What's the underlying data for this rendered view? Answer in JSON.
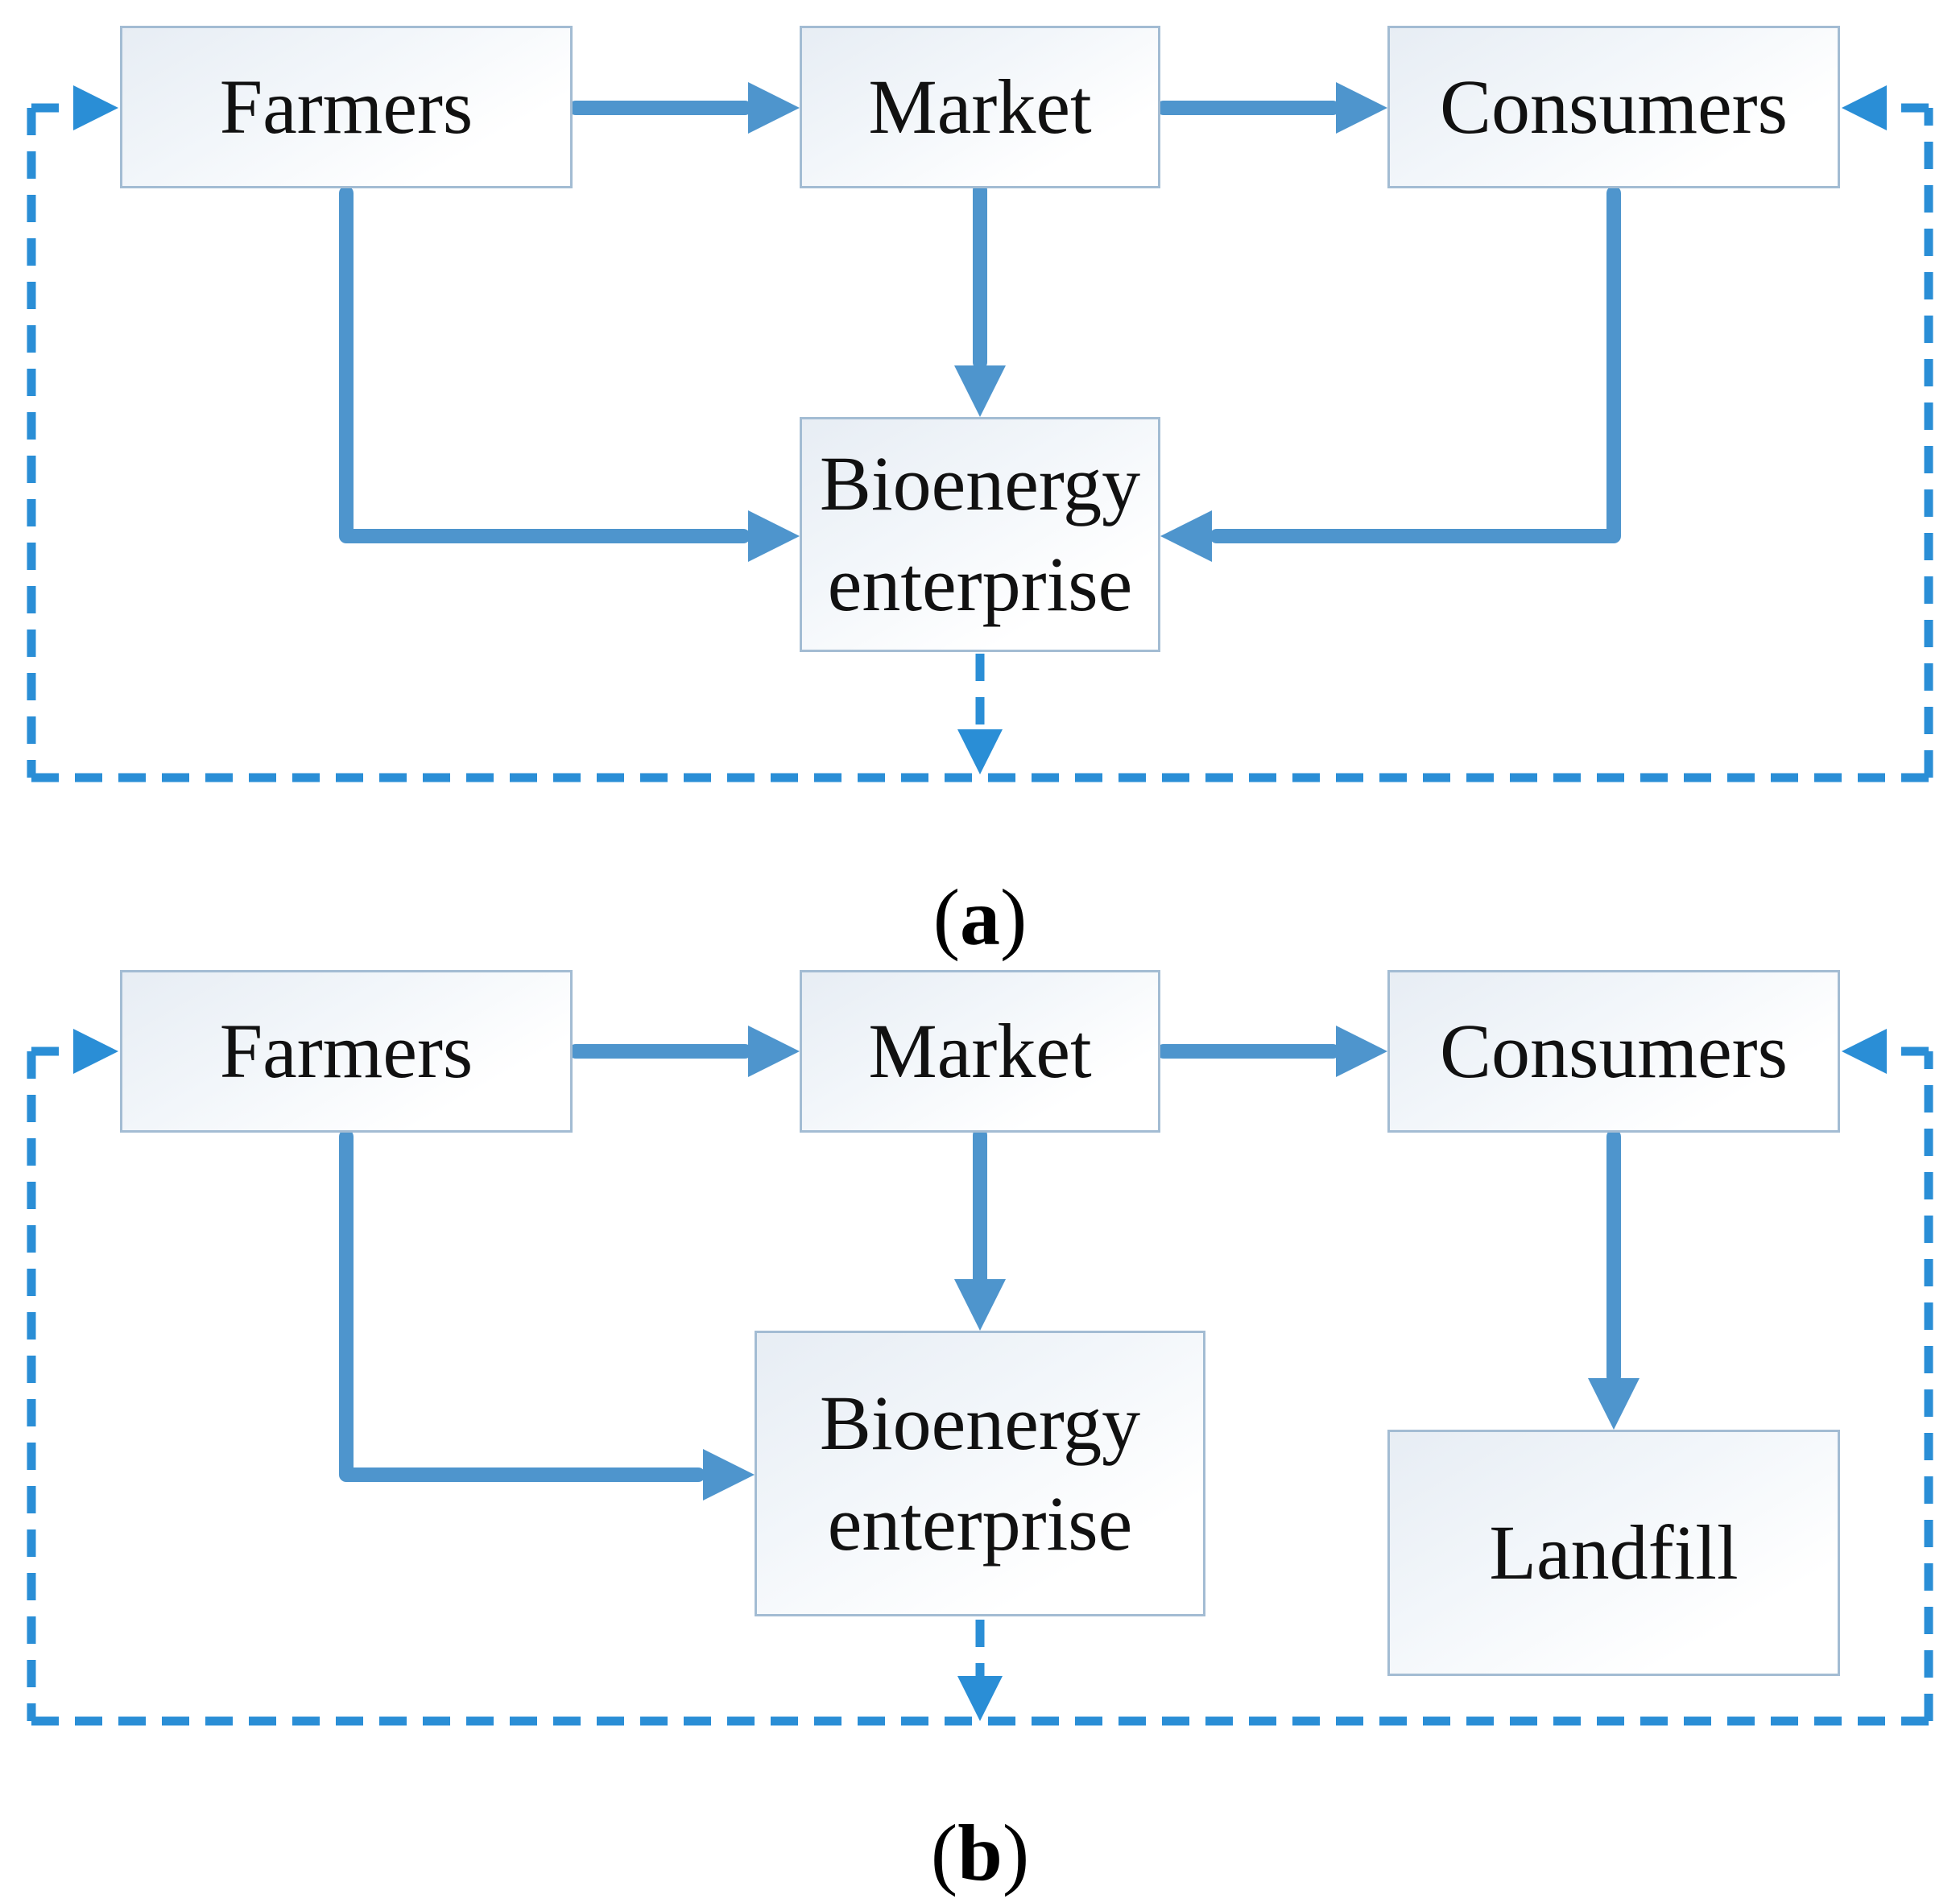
{
  "colors": {
    "solid_arrow": "#4e95cd",
    "dashed_arrow": "#2a8ed6",
    "box_border": "#a3bcd3",
    "text": "#111111"
  },
  "panel_a": {
    "caption_open": "(",
    "caption_letter": "a",
    "caption_close": ")",
    "nodes": {
      "farmers": "Farmers",
      "market": "Market",
      "consumers": "Consumers",
      "bioenergy": "Bioenergy enterprise"
    },
    "edges": [
      {
        "from": "Farmers",
        "to": "Market",
        "style": "solid"
      },
      {
        "from": "Market",
        "to": "Consumers",
        "style": "solid"
      },
      {
        "from": "Market",
        "to": "Bioenergy enterprise",
        "style": "solid"
      },
      {
        "from": "Farmers",
        "to": "Bioenergy enterprise",
        "style": "solid"
      },
      {
        "from": "Consumers",
        "to": "Bioenergy enterprise",
        "style": "solid"
      },
      {
        "from": "Bioenergy enterprise",
        "to": "feedback-loop",
        "style": "dashed"
      },
      {
        "from": "feedback-loop",
        "to": "Farmers",
        "style": "dashed"
      },
      {
        "from": "feedback-loop",
        "to": "Consumers",
        "style": "dashed"
      }
    ]
  },
  "panel_b": {
    "caption_open": "(",
    "caption_letter": "b",
    "caption_close": ")",
    "nodes": {
      "farmers": "Farmers",
      "market": "Market",
      "consumers": "Consumers",
      "bioenergy": "Bioenergy enterprise",
      "landfill": "Landfill"
    },
    "edges": [
      {
        "from": "Farmers",
        "to": "Market",
        "style": "solid"
      },
      {
        "from": "Market",
        "to": "Consumers",
        "style": "solid"
      },
      {
        "from": "Market",
        "to": "Bioenergy enterprise",
        "style": "solid"
      },
      {
        "from": "Farmers",
        "to": "Bioenergy enterprise",
        "style": "solid"
      },
      {
        "from": "Consumers",
        "to": "Landfill",
        "style": "solid"
      },
      {
        "from": "Bioenergy enterprise",
        "to": "feedback-loop",
        "style": "dashed"
      },
      {
        "from": "feedback-loop",
        "to": "Farmers",
        "style": "dashed"
      },
      {
        "from": "feedback-loop",
        "to": "Consumers",
        "style": "dashed"
      }
    ]
  }
}
